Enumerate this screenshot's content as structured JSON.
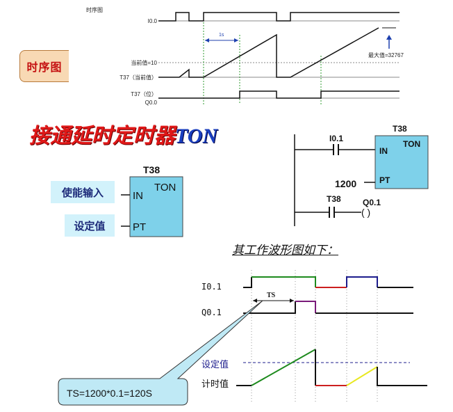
{
  "top_timing": {
    "title": "时序图",
    "signal_i00": "I0.0",
    "interval": "1s",
    "current_value": "当前值=10",
    "max_value": "最大值=32767",
    "t37_current": "T37（当前值）",
    "t37_bit": "T37（位）",
    "q00": "Q0.0"
  },
  "side_tab": "时序图",
  "main_title": {
    "cn": "接通延时定时器",
    "en": "TON"
  },
  "left_block": {
    "name": "T38",
    "type": "TON",
    "in_pin": "IN",
    "pt_pin": "PT",
    "label_enable": "使能输入",
    "label_setpoint": "设定值"
  },
  "ladder": {
    "contact": "I0.1",
    "timer": "T38",
    "timer_type": "TON",
    "in_pin": "IN",
    "pt_pin": "PT",
    "preset": "1200",
    "contact2": "T38",
    "coil": "Q0.1",
    "coil_symbol": "(  )"
  },
  "wave_heading": "其工作波形图如下：",
  "bottom_wave": {
    "i01": "I0.1",
    "q01": "Q0.1",
    "ts": "TS",
    "setpoint": "设定值",
    "timer_value": "计时值"
  },
  "callout": "TS=1200*0.1=120S",
  "colors": {
    "title_red": "#e01818",
    "ton_blue": "#1a3fbf",
    "block_fill": "#7ed1ea",
    "label_fill": "#d2f2fb",
    "wave_green": "#1d8a1d",
    "wave_red": "#cc1f1f",
    "wave_purple": "#7a1a7a",
    "wave_navy": "#1c1c8c",
    "wave_yellow": "#e8e820"
  }
}
